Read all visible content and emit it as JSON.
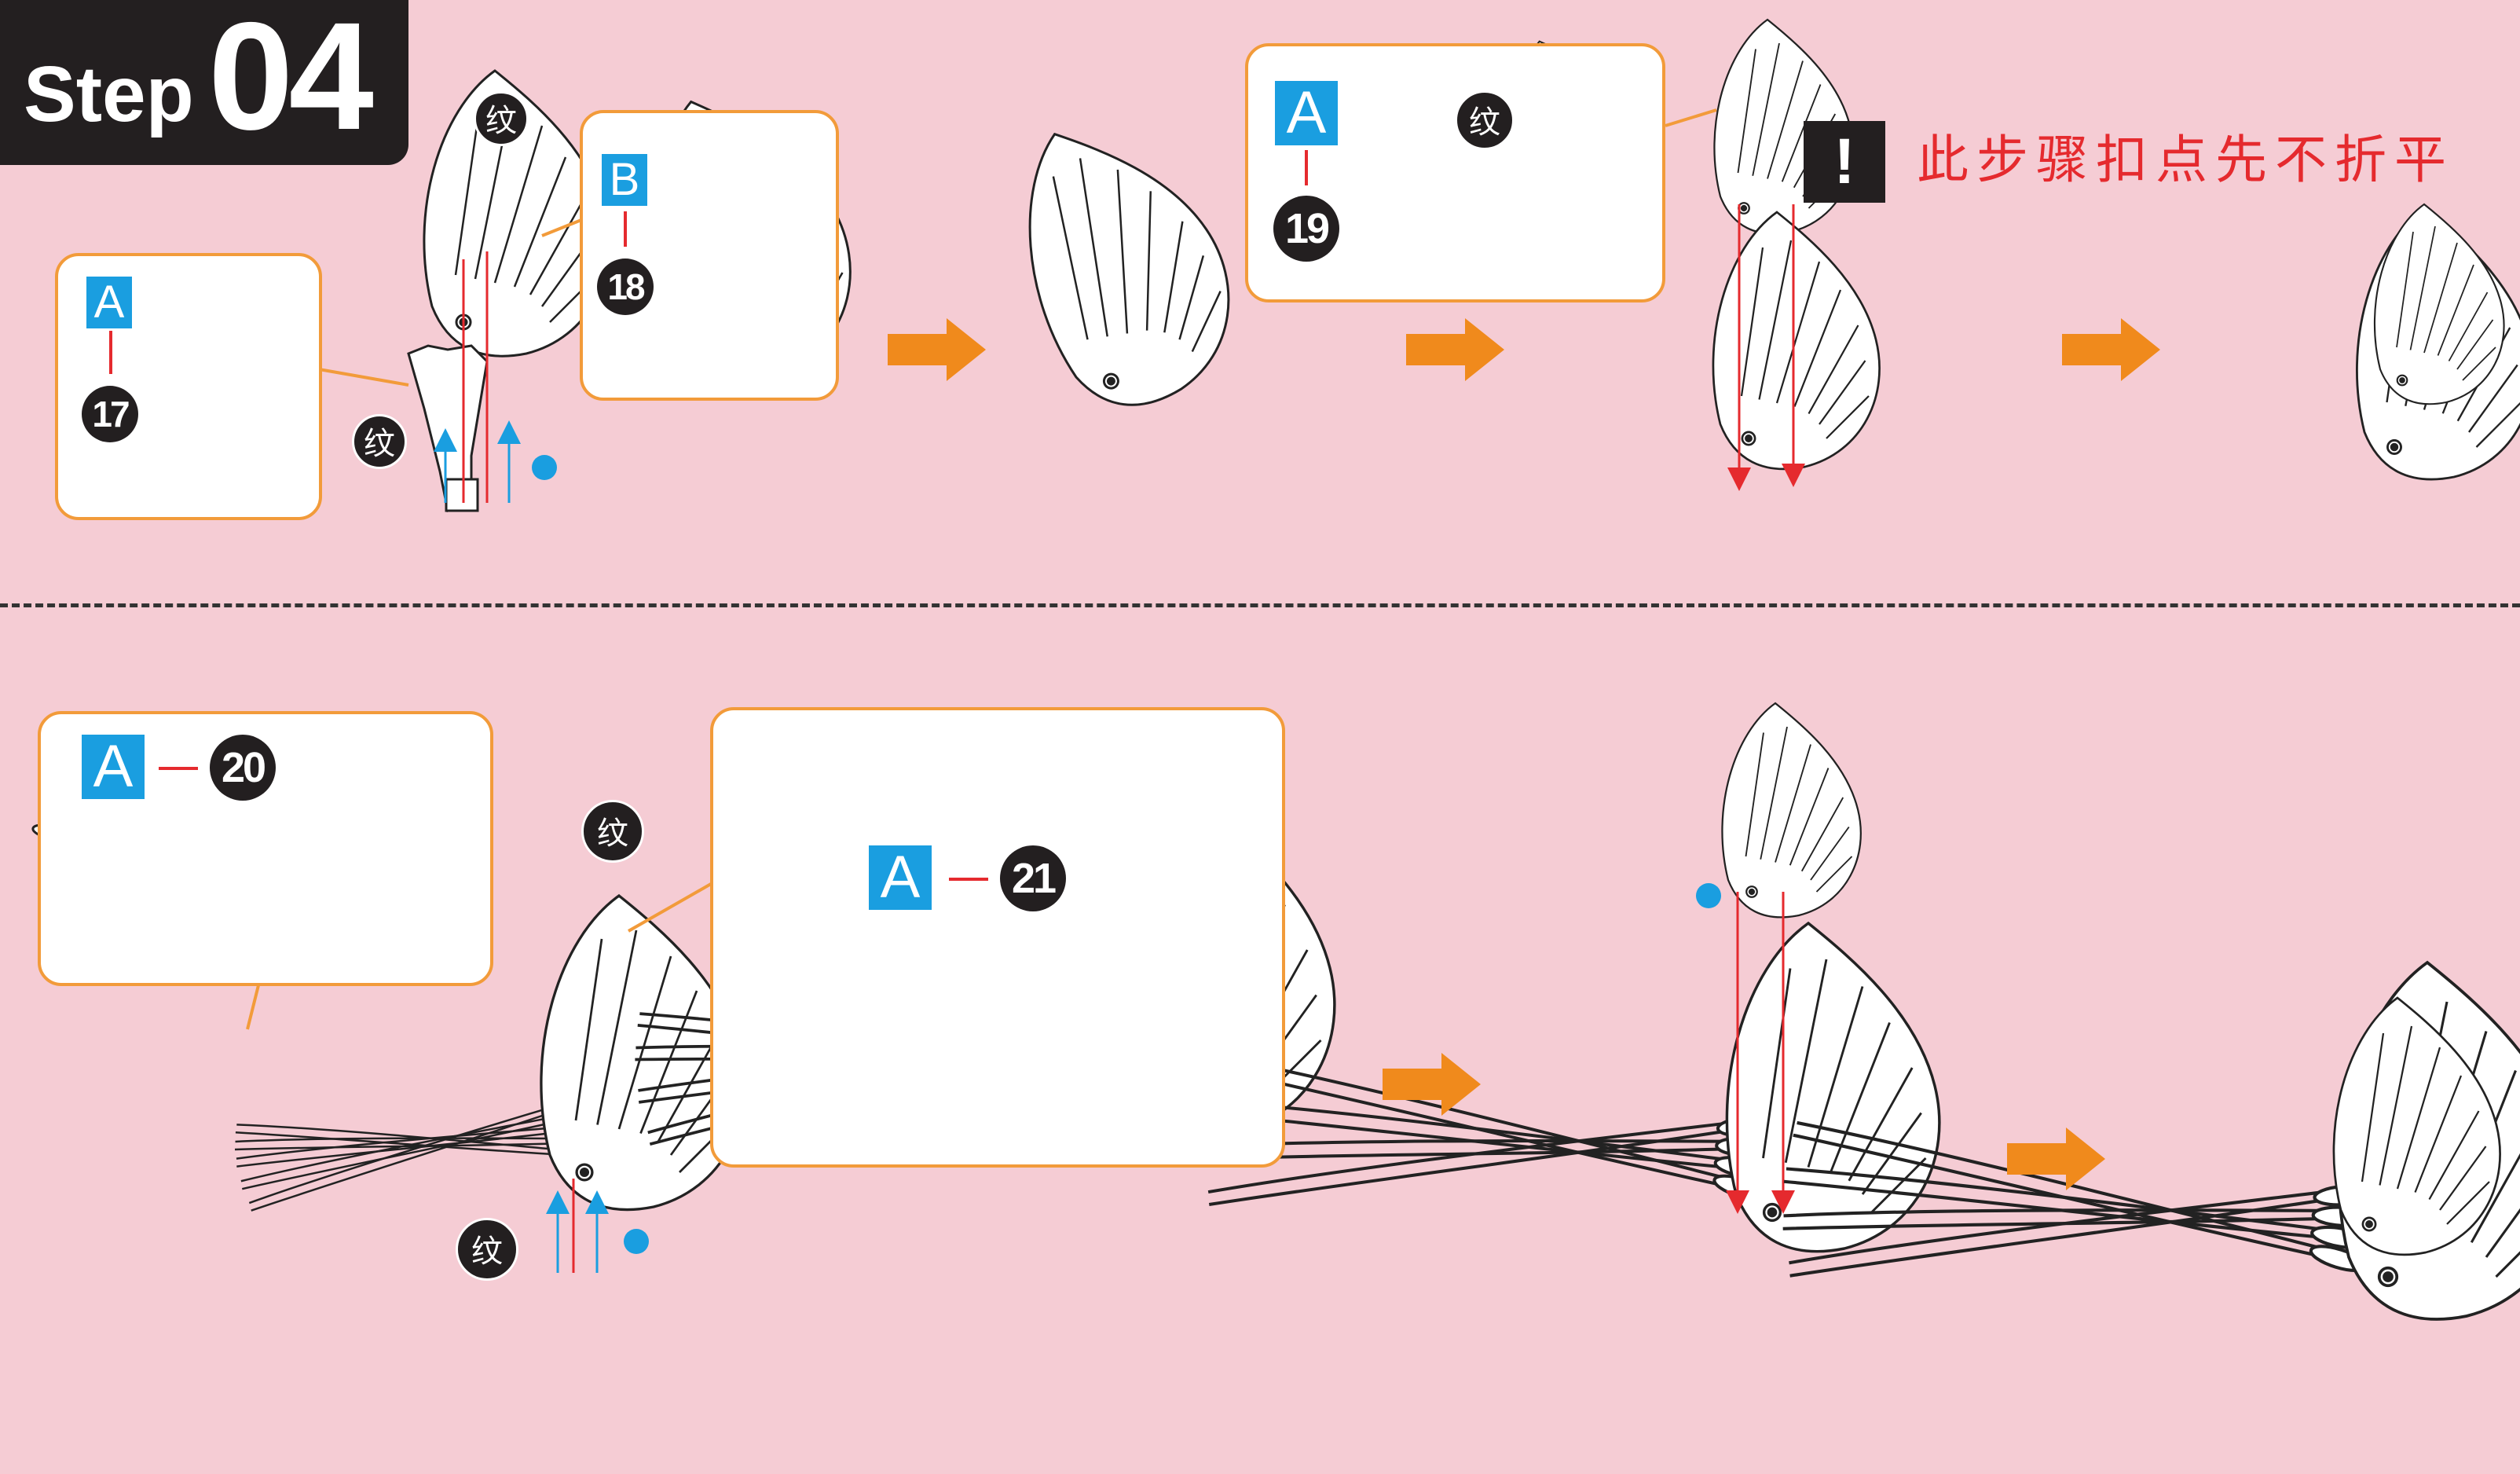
{
  "step": {
    "word": "Step",
    "number": "04"
  },
  "part_tags": {
    "a": "A",
    "b": "B"
  },
  "part_numbers": {
    "n17": "17",
    "n18": "18",
    "n19": "19",
    "n20": "20",
    "n21": "21"
  },
  "mark_label": "纹",
  "warning": {
    "icon": "!",
    "text": "此步骤扣点先不折平"
  },
  "colors": {
    "background": "#f5ccd4",
    "arrow": "#f08a1c",
    "panel_border": "#f29b3a",
    "tag": "#1a9ee0",
    "guide_red": "#e52a2e",
    "guide_blue": "#1a9ee0",
    "badge": "#231f20"
  },
  "icons": {
    "flow_arrow": "right-arrow-icon",
    "warning": "exclamation-icon",
    "wing": "feathered-wing-icon",
    "tail": "tail-plume-icon"
  }
}
